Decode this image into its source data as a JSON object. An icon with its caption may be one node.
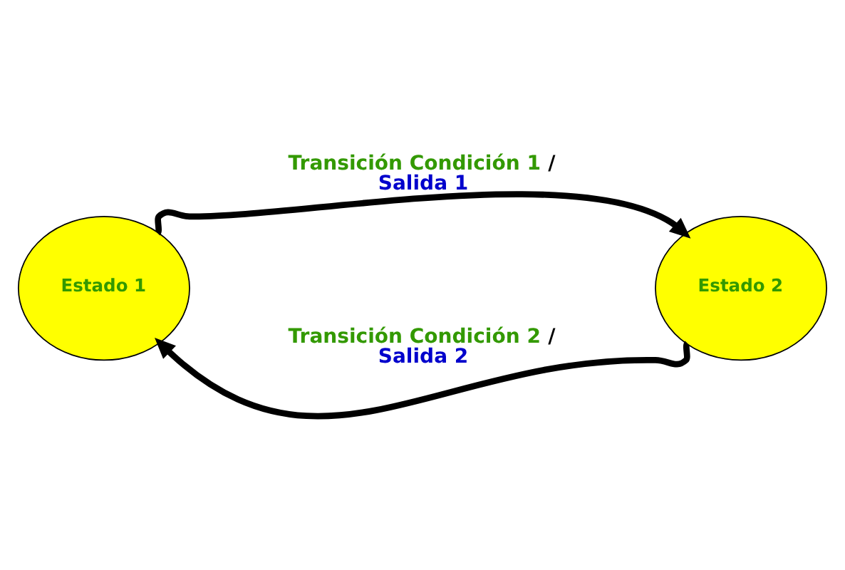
{
  "diagram": {
    "nodes": [
      {
        "text": [
          "Estado 1"
        ]
      },
      {
        "text": [
          "Estado 2"
        ]
      }
    ],
    "edges": [
      {
        "from": 0,
        "to": 1,
        "arrow": "to",
        "label": "Transición Condición 1 / Salida 1"
      },
      {
        "from": 1,
        "to": 0,
        "arrow": "to",
        "label": "Transición Condición 2 / Salida 2"
      }
    ]
  }
}
